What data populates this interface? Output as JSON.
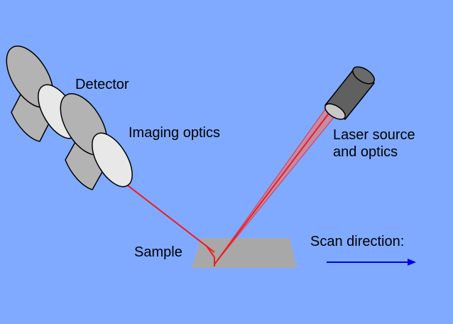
{
  "labels": {
    "detector": "Detector",
    "imaging_optics": "Imaging optics",
    "laser_line1": "Laser source",
    "laser_line2": "and optics",
    "sample": "Sample",
    "scan_direction": "Scan direction:"
  },
  "colors": {
    "background": "#80aaff",
    "beam": "#ee1c24",
    "beam_cone": "#d9808a",
    "cylinder_body": "#b3b3b3",
    "cylinder_face": "#e8e8e8",
    "laser_body": "#606060",
    "sample": "#a8a8a8",
    "scan_arrow": "#0000e0"
  },
  "icons": [
    "detector-cylinder",
    "imaging-optics-cylinder",
    "laser-source-cylinder",
    "sample-plate",
    "scan-direction-arrow"
  ]
}
